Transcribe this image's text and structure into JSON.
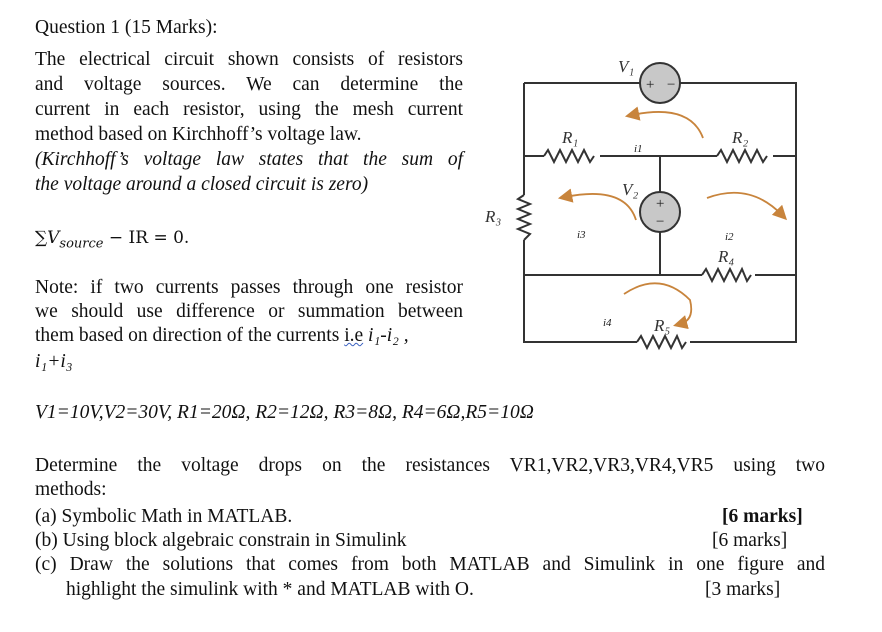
{
  "title": "Question 1 (15 Marks):",
  "intro_lines": [
    "The electrical circuit shown consists of resistors",
    "and voltage sources. We can determine the",
    "current in each resistor, using the mesh current",
    "method based on Kirchhoff’s voltage law."
  ],
  "kvl_lines": [
    "(Kirchhoff’s voltage law states that the sum of",
    "the voltage around a closed circuit is zero)"
  ],
  "equation": {
    "sigma": "∑",
    "v": "V",
    "sub": "source",
    "rest": " − IR = 0."
  },
  "note_lines": [
    "Note: if two currents passes through one resistor",
    "we should use difference or summation between",
    "them based on direction of the currents "
  ],
  "note_ie": "i.e",
  "note_expr1": "i₁-i₂ ,",
  "note_expr2": "i₁+i₃",
  "values": "V1=10V,V2=30V, R1=20Ω, R2=12Ω, R3=8Ω, R4=6Ω,R5=10Ω",
  "determine_line1": "Determine the voltage drops on the resistances VR1,VR2,VR3,VR4,VR5 using two",
  "determine_line2": "methods:",
  "parts": [
    {
      "text": "(a) Symbolic Math in MATLAB.",
      "marks": "[6 marks]"
    },
    {
      "text": "(b) Using block algebraic constrain in Simulink",
      "marks": "[6 marks]"
    },
    {
      "text": "(c) Draw the solutions that comes from both MATLAB and Simulink in one figure and",
      "marks": ""
    },
    {
      "text": "highlight the simulink with * and MATLAB with O.",
      "marks": "[3 marks]"
    }
  ],
  "circuit": {
    "V1": "V₁",
    "V2": "V₂",
    "R1": "R₁",
    "R2": "R₂",
    "R3": "R₃",
    "R4": "R₄",
    "R5": "R₅",
    "i1": "i1",
    "i2": "i2",
    "i3": "i3",
    "i4": "i4",
    "plus": "+",
    "minus": "−",
    "wire_color": "#333333",
    "arrow_color": "#c8843c",
    "source_fill": "#c8c8c8"
  }
}
